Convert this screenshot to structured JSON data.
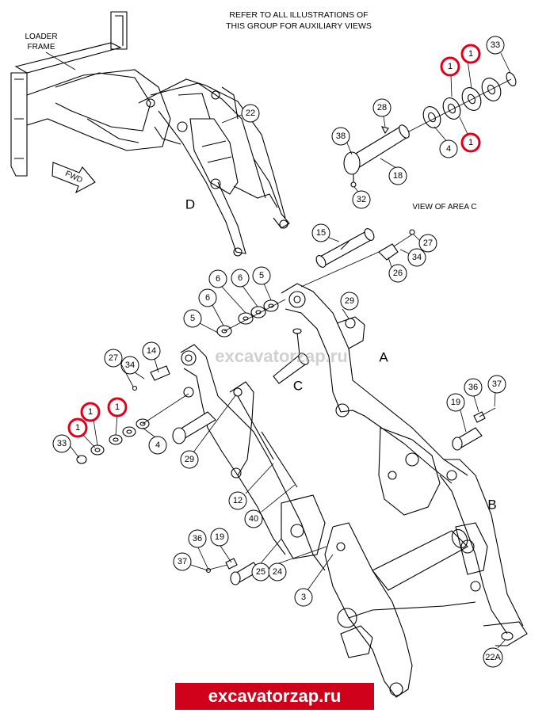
{
  "header": {
    "line1": "REFER TO ALL ILLUSTRATIONS OF",
    "line2": "THIS GROUP FOR AUXILIARY VIEWS"
  },
  "labels": {
    "loader_frame_1": "LOADER",
    "loader_frame_2": "FRAME",
    "fwd": "FWD",
    "view_of_area": "VIEW OF AREA C",
    "area_a": "A",
    "area_b": "B",
    "area_c": "C",
    "area_d": "D"
  },
  "callouts": {
    "c1a": "1",
    "c1b": "1",
    "c1c": "1",
    "c33a": "33",
    "c28": "28",
    "c38": "38",
    "c4a": "4",
    "c18": "18",
    "c32": "32",
    "c22": "22",
    "c15": "15",
    "c27a": "27",
    "c34a": "34",
    "c26": "26",
    "c6a": "6",
    "c6b": "6",
    "c5a": "5",
    "c6c": "6",
    "c5b": "5",
    "c29a": "29",
    "c14": "14",
    "c34b": "34",
    "c27b": "27",
    "c1d": "1",
    "c1e": "1",
    "c1f": "1",
    "c33b": "33",
    "c4b": "4",
    "c29b": "29",
    "c19a": "19",
    "c36a": "36",
    "c37a": "37",
    "c12": "12",
    "c40": "40",
    "c36b": "36",
    "c19b": "19",
    "c37b": "37",
    "c25": "25",
    "c24": "24",
    "c3": "3",
    "c22a": "22A"
  },
  "watermark": "excavatorzap.ru",
  "banner": "excavatorzap.ru",
  "colors": {
    "highlight": "#e0001b",
    "banner": "#d0021b",
    "line": "#000000"
  }
}
